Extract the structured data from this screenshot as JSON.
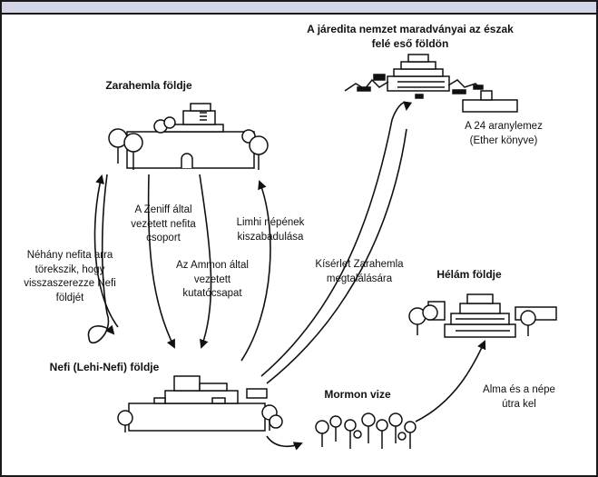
{
  "places": {
    "zarahemla": "Zarahemla földje",
    "jaredite": "A járedita nemzet maradványai az észak felé eső földön",
    "nephi": "Nefi (Lehi-Nefi) földje",
    "mormon": "Mormon vize",
    "helam": "Hélám földje"
  },
  "notes": {
    "plates": "A 24 aranylemez (Ether könyve)"
  },
  "journeys": {
    "some_nephites": "Néhány nefita arra törekszik, hogy visszaszerezze Nefi földjét",
    "zeniff": "A Zeniff által vezetett nefita csoport",
    "ammon": "Az Ammon által vezetett kutatócsapat",
    "limhi": "Limhi népének kiszabadulása",
    "attempt": "Kísérlet Zarahemla megtalálására",
    "alma": "Alma és a népe útra kel"
  },
  "colors": {
    "frame": "#1a1a1a",
    "header_band": "#d3d6e6",
    "ink": "#111111"
  }
}
